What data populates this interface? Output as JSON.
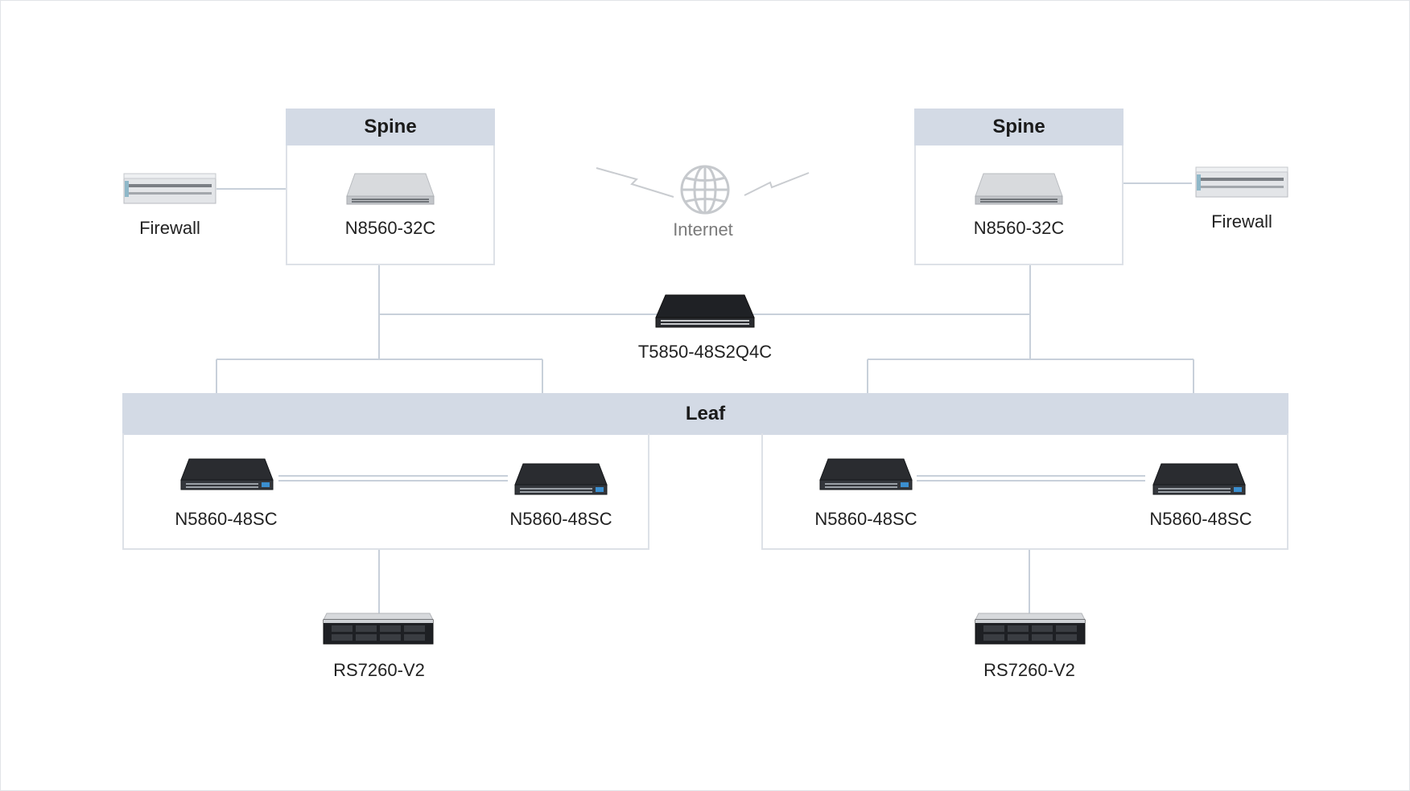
{
  "diagram": {
    "spine_left": {
      "header": "Spine",
      "device": "N8560-32C"
    },
    "spine_right": {
      "header": "Spine",
      "device": "N8560-32C"
    },
    "firewall_left": {
      "label": "Firewall"
    },
    "firewall_right": {
      "label": "Firewall"
    },
    "internet": {
      "label": "Internet"
    },
    "core_switch": {
      "label": "T5850-48S2Q4C"
    },
    "leaf": {
      "header": "Leaf",
      "devices": [
        "N5860-48SC",
        "N5860-48SC",
        "N5860-48SC",
        "N5860-48SC"
      ]
    },
    "servers": [
      "RS7260-V2",
      "RS7260-V2"
    ]
  },
  "colors": {
    "header_fill": "#d3dae5",
    "wire": "#c8d0da",
    "box_border": "#dde1e7",
    "dark_switch": "#2a2c30",
    "silver_switch": "#c9cbcf"
  },
  "icons": {
    "internet": "globe-icon",
    "lightning": "lightning-bolt-icon"
  }
}
